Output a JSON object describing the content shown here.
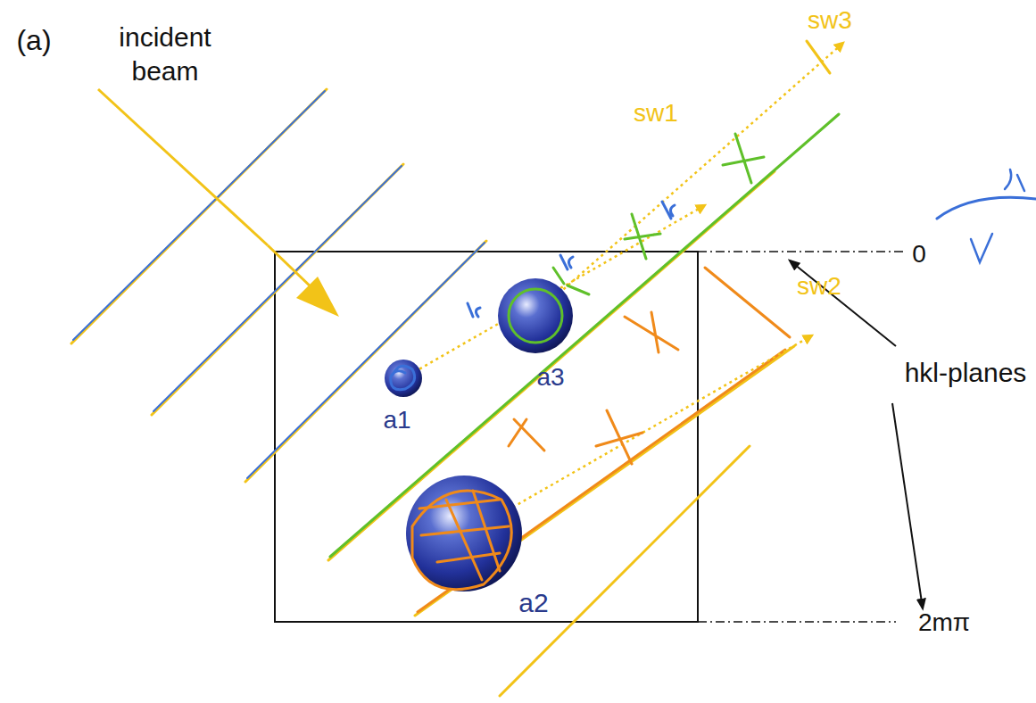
{
  "diagram": {
    "labels": [
      "(a)",
      "incident beam",
      "sw1",
      "sw3",
      "sw2",
      "a1",
      "a3",
      "a2",
      "hkl-planes",
      "0",
      "2mπ"
    ]
  }
}
